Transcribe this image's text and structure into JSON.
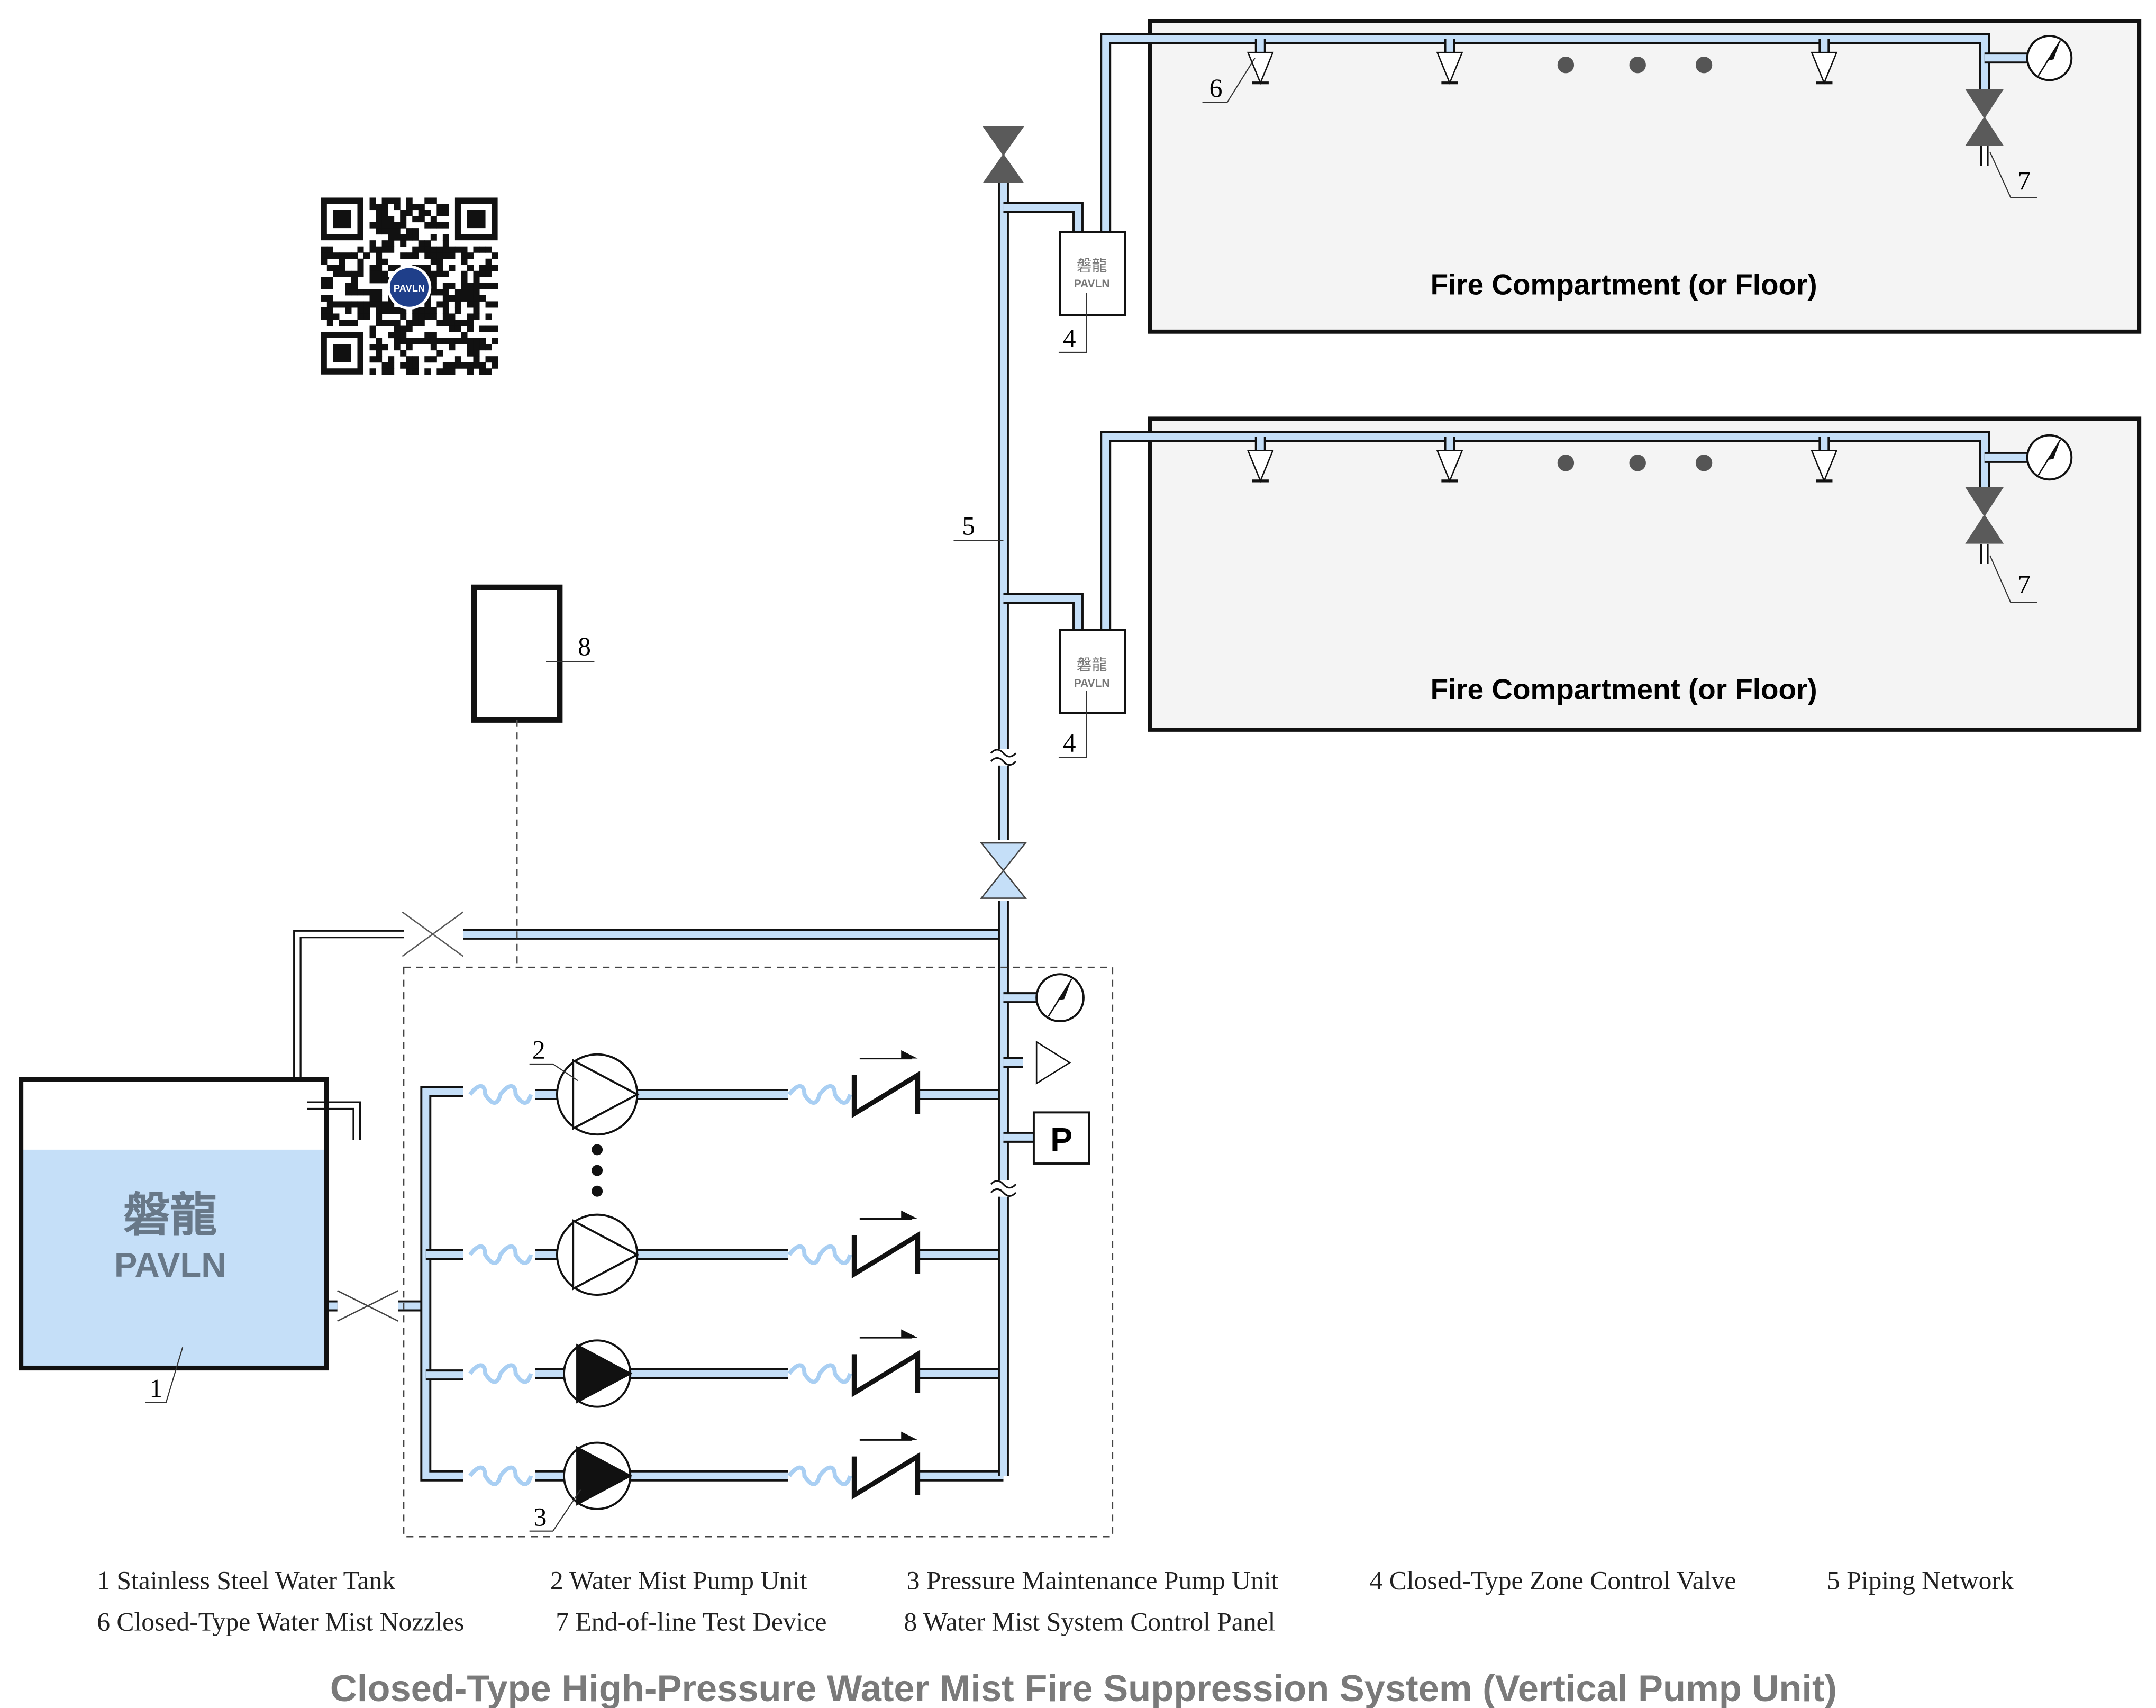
{
  "title": "Closed-Type High-Pressure Water Mist Fire Suppression System (Vertical Pump Unit)",
  "compartments": [
    {
      "label": "Fire Compartment (or Floor)"
    },
    {
      "label": "Fire Compartment (or Floor)"
    }
  ],
  "logo": {
    "chinese": "磐龍",
    "latin": "PAVLN"
  },
  "pressure_switch_label": "P",
  "callouts": {
    "n1": "1",
    "n2": "2",
    "n3": "3",
    "n4a": "4",
    "n4b": "4",
    "n5": "5",
    "n6": "6",
    "n7a": "7",
    "n7b": "7",
    "n8": "8"
  },
  "legend": [
    "1 Stainless Steel Water Tank",
    "2 Water Mist Pump Unit",
    "3 Pressure Maintenance Pump Unit",
    "4 Closed-Type Zone Control Valve",
    "5 Piping Network",
    "6 Closed-Type Water Mist Nozzles",
    "7 End-of-line Test Device",
    "8 Water Mist System Control Panel"
  ],
  "colors": {
    "water": "#c5dff8",
    "compartment": "#f4f4f4",
    "valve_dark": "#5a5a5a",
    "title": "#7a7a7a",
    "logo": "#687888"
  }
}
